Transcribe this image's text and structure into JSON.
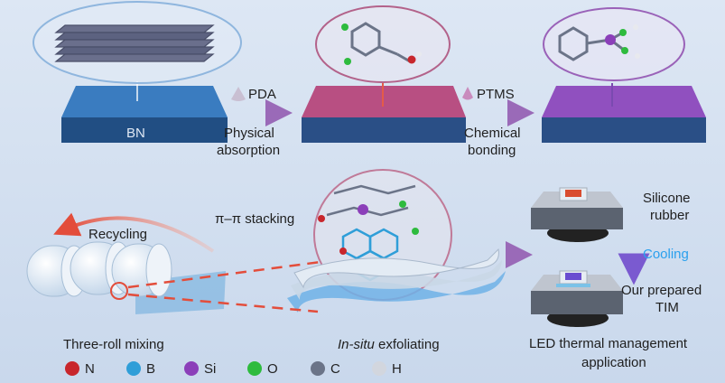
{
  "colors": {
    "bn_top": "#2f6fb0",
    "bn_side": "#214e83",
    "pda_top": "#b14a7a",
    "pda_side": "#2a4f86",
    "ptms_top": "#8a48b6",
    "ptms_side": "#2a4f86",
    "arrow_grad_start": "#4aa6e8",
    "arrow_grad_end": "#9a6ab8",
    "recycle_arrow": "#e34d3b",
    "cooling_arrow_top": "#e2563a",
    "cooling_arrow_bottom": "#7a5ad0",
    "atom_N": "#c8262c",
    "atom_B": "#2f9ed8",
    "atom_Si": "#8b3fb9",
    "atom_O": "#2ebb3e",
    "atom_C": "#6b7488",
    "atom_H": "#d2d6de"
  },
  "top_row": {
    "bn_label": "BN",
    "pda_label": "PDA",
    "physical_absorption": [
      "Physical",
      "absorption"
    ],
    "ptms_label": "PTMS",
    "chemical_bonding": [
      "Chemical",
      "bonding"
    ]
  },
  "middle": {
    "pi_stacking": "π–π stacking",
    "recycling": "Recycling",
    "silicone_rubber": [
      "Silicone",
      "rubber"
    ],
    "cooling": "Cooling",
    "our_tim": [
      "Our prepared",
      "TIM"
    ]
  },
  "bottom": {
    "three_roll": "Three-roll mixing",
    "in_situ": "In-situ",
    "exfoliating": " exfoliating",
    "led_app": [
      "LED thermal management",
      "application"
    ]
  },
  "legend": [
    {
      "symbol": "N",
      "color_key": "atom_N"
    },
    {
      "symbol": "B",
      "color_key": "atom_B"
    },
    {
      "symbol": "Si",
      "color_key": "atom_Si"
    },
    {
      "symbol": "O",
      "color_key": "atom_O"
    },
    {
      "symbol": "C",
      "color_key": "atom_C"
    },
    {
      "symbol": "H",
      "color_key": "atom_H"
    }
  ]
}
